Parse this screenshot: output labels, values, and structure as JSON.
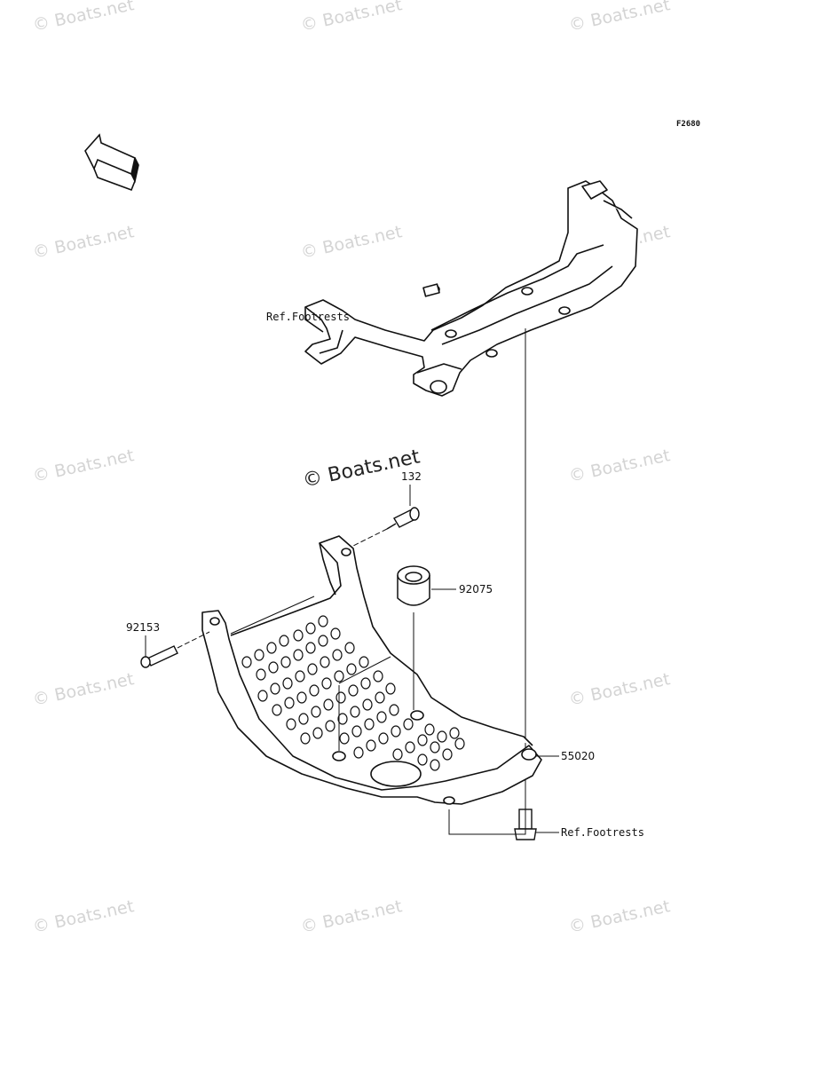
{
  "watermark": {
    "text": "© Boats.net"
  },
  "figure_code": "F2680",
  "front_marker": {
    "label": "FRONT",
    "icon": "front-arrow-icon"
  },
  "parts": {
    "ref_footrests_top": "Ref.Footrests",
    "ref_footrests_bottom": "Ref.Footrests",
    "p132": "132",
    "p92075": "92075",
    "p92153": "92153",
    "p55020": "55020"
  }
}
